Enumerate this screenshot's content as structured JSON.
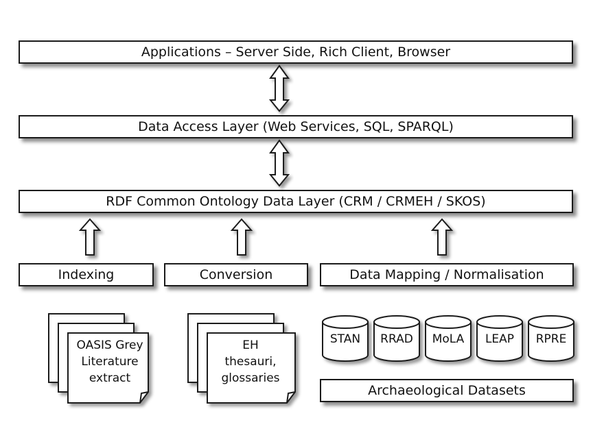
{
  "layers": {
    "applications": "Applications – Server Side, Rich Client, Browser",
    "data_access": "Data Access Layer (Web Services, SQL, SPARQL)",
    "rdf": "RDF Common Ontology Data Layer (CRM / CRMEH / SKOS)"
  },
  "processes": {
    "indexing": "Indexing",
    "conversion": "Conversion",
    "mapping": "Data Mapping / Normalisation"
  },
  "documents": {
    "oasis": [
      "OASIS Grey",
      "Literature",
      "extract"
    ],
    "eh": [
      "EH",
      "thesauri,",
      "glossaries"
    ]
  },
  "databases": [
    "STAN",
    "RRAD",
    "MoLA",
    "LEAP",
    "RPRE"
  ],
  "datasets_label": "Archaeological Datasets"
}
